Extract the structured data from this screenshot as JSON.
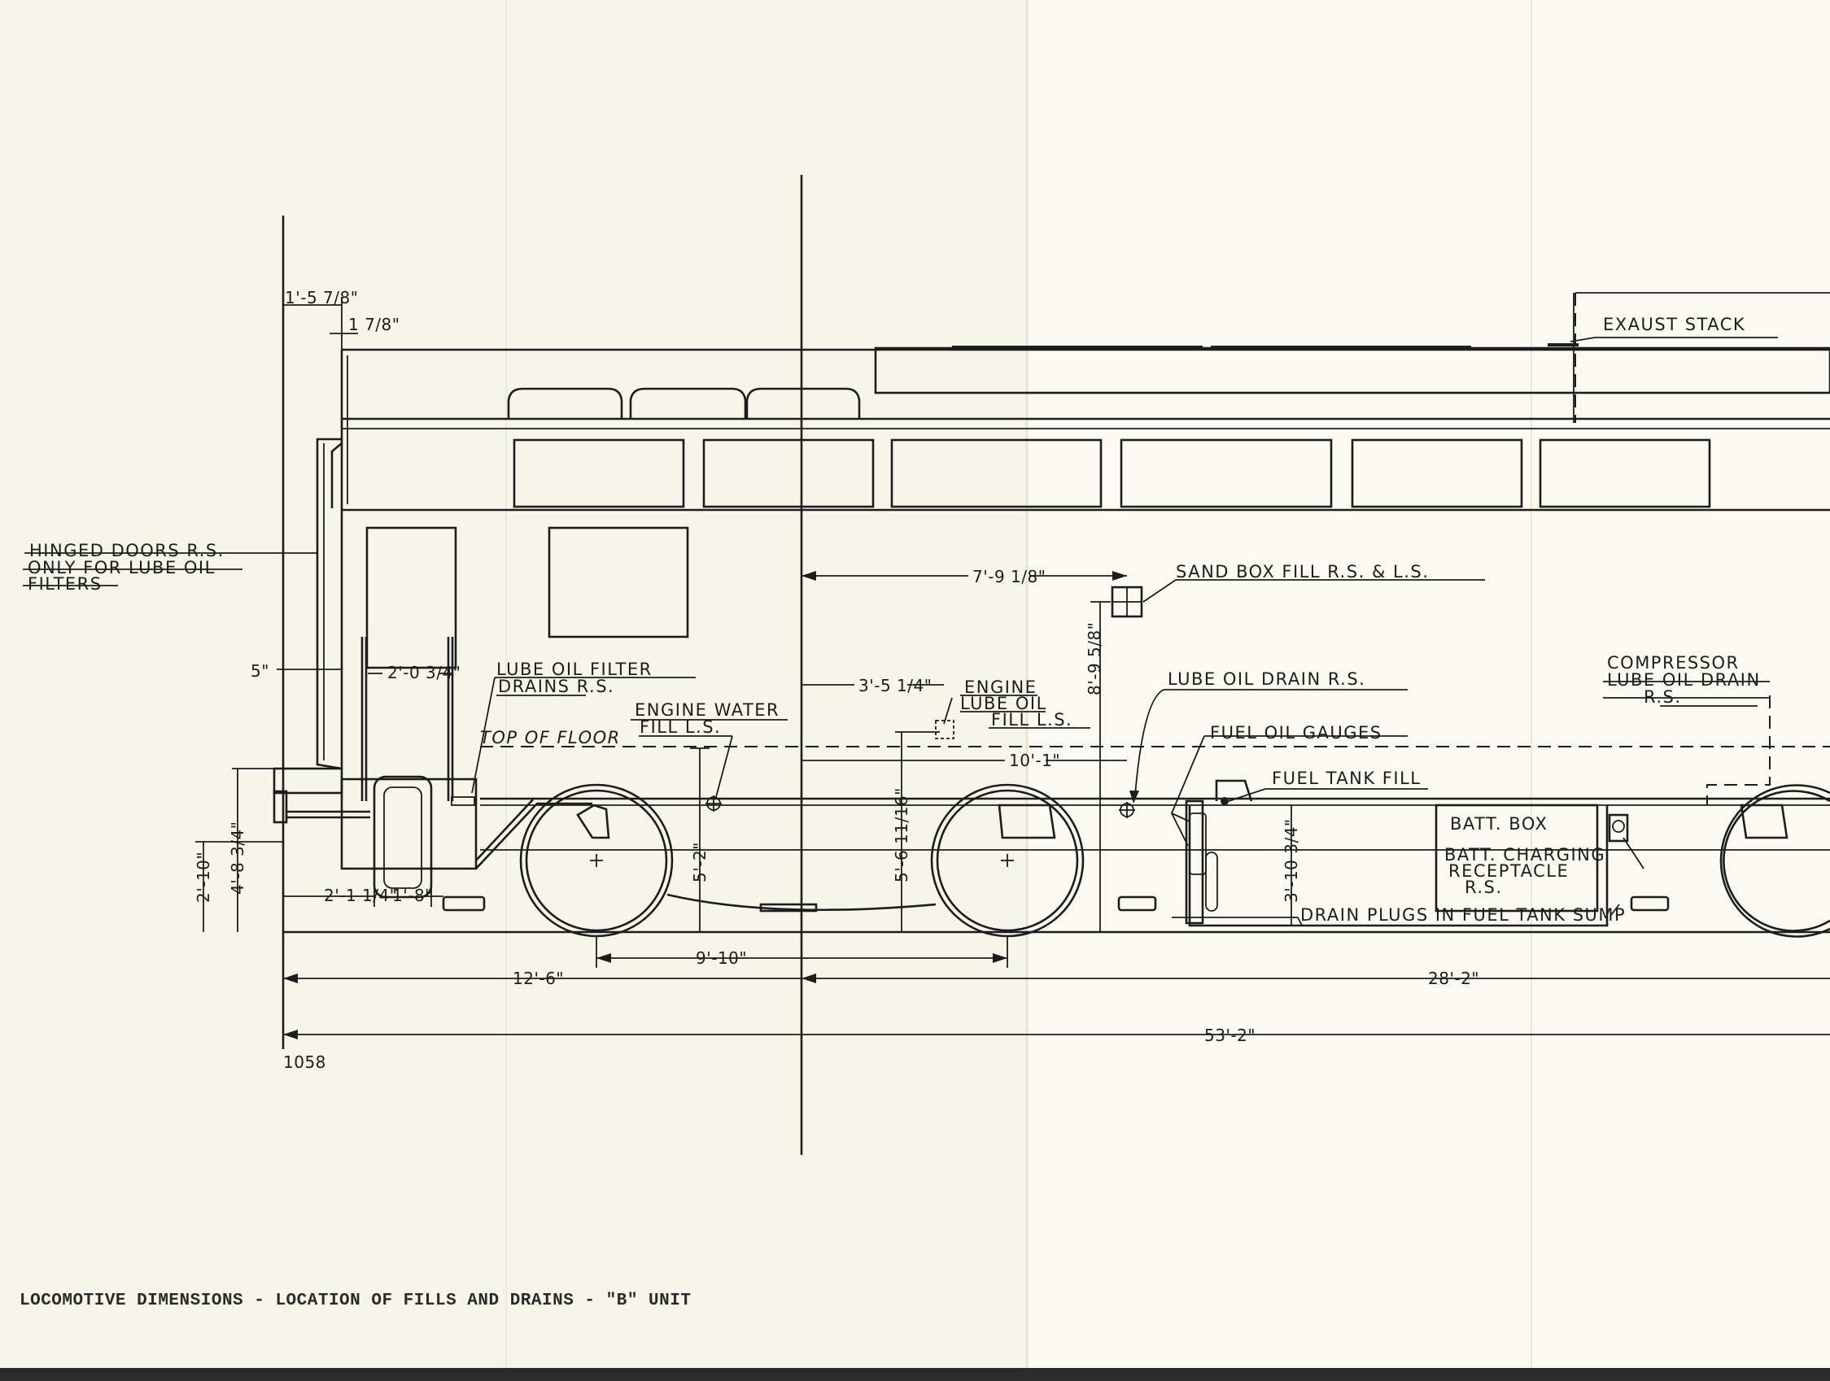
{
  "caption": "LOCOMOTIVE DIMENSIONS - LOCATION OF FILLS AND DRAINS - \"B\" UNIT",
  "drawing_number": "1058",
  "callouts": {
    "hinged_doors_1": "HINGED DOORS R.S.",
    "hinged_doors_2": "ONLY FOR LUBE OIL",
    "hinged_doors_3": "FILTERS",
    "lube_filter_1": "LUBE OIL FILTER",
    "lube_filter_2": "DRAINS R.S.",
    "top_of_floor": "TOP OF FLOOR",
    "engine_water_1": "ENGINE WATER",
    "engine_water_2": "FILL L.S.",
    "engine_lube_1": "ENGINE",
    "engine_lube_2": "LUBE OIL",
    "engine_lube_3": "FILL L.S.",
    "sand_box": "SAND BOX FILL R.S. & L.S.",
    "lube_drain": "LUBE OIL DRAIN R.S.",
    "fuel_gauges": "FUEL OIL GAUGES",
    "fuel_tank_fill": "FUEL TANK FILL",
    "exhaust_stack": "EXAUST STACK",
    "compressor_1": "COMPRESSOR",
    "compressor_2": "LUBE OIL DRAIN",
    "compressor_3": "R.S.",
    "batt_box": "BATT. BOX",
    "batt_charging_1": "BATT. CHARGING",
    "batt_charging_2": "RECEPTACLE",
    "batt_charging_3": "R.S.",
    "drain_plugs": "DRAIN PLUGS IN FUEL TANK SUMP"
  },
  "dimensions": {
    "d_1_5_7_8": "1'-5 7/8\"",
    "d_1_7_8": "1 7/8\"",
    "d_5": "5\"",
    "d_2_0_3_4": "2'-0 3/4\"",
    "d_7_9_1_8": "7'-9 1/8\"",
    "d_8_9_5_8": "8'-9 5/8\"",
    "d_3_5_1_4": "3'-5 1/4\"",
    "d_10_1": "10'-1\"",
    "d_5_2": "5'-2\"",
    "d_5_6_11_16": "5'-6 11/16\"",
    "d_3_10_3_4": "3'-10 3/4\"",
    "d_4_8_3_4": "4'-8 3/4\"",
    "d_2_10": "2'-10\"",
    "d_2_1_1_4": "2'-1 1/4\"",
    "d_1_8": "1'-8\"",
    "d_9_10": "9'-10\"",
    "d_12_6": "12'-6\"",
    "d_28_2": "28'-2\"",
    "d_53_2": "53'-2\""
  }
}
